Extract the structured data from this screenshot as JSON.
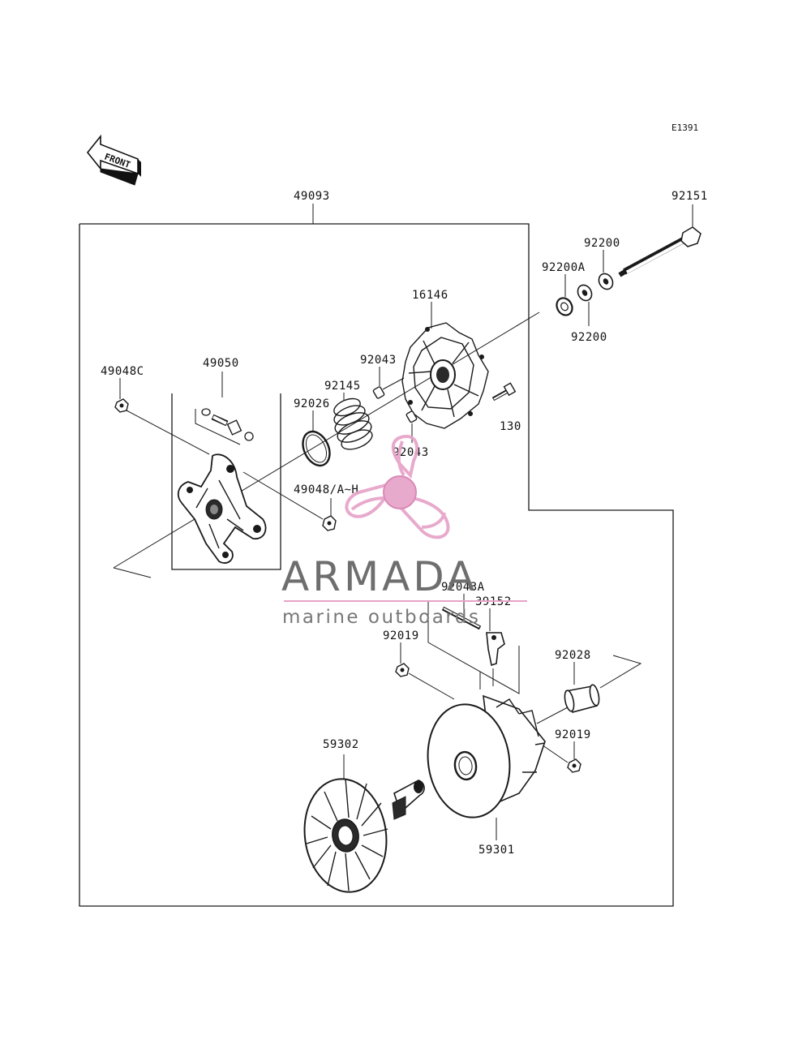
{
  "diagram": {
    "code": "E1391",
    "front_label": "FRONT",
    "labels": {
      "p49093": "49093",
      "p92151": "92151",
      "p92200_top": "92200",
      "p92200A": "92200A",
      "p92200_bottom": "92200",
      "p16146": "16146",
      "p92043_upper": "92043",
      "p92043_lower": "92043",
      "p130": "130",
      "p49048C": "49048C",
      "p49050": "49050",
      "p92145": "92145",
      "p92026": "92026",
      "p49048AH": "49048/A~H",
      "p92043A": "92043A",
      "p39152": "39152",
      "p92019_upper": "92019",
      "p92028": "92028",
      "p92019_lower": "92019",
      "p59302": "59302",
      "p59301": "59301"
    }
  },
  "watermark": {
    "brand": "ARMADA",
    "tagline": "marine outboards",
    "colors": {
      "logo_pink": "#e7a3c8",
      "logo_pink_dark": "#d77fb0",
      "text_gray": "#6e6e6e"
    }
  }
}
